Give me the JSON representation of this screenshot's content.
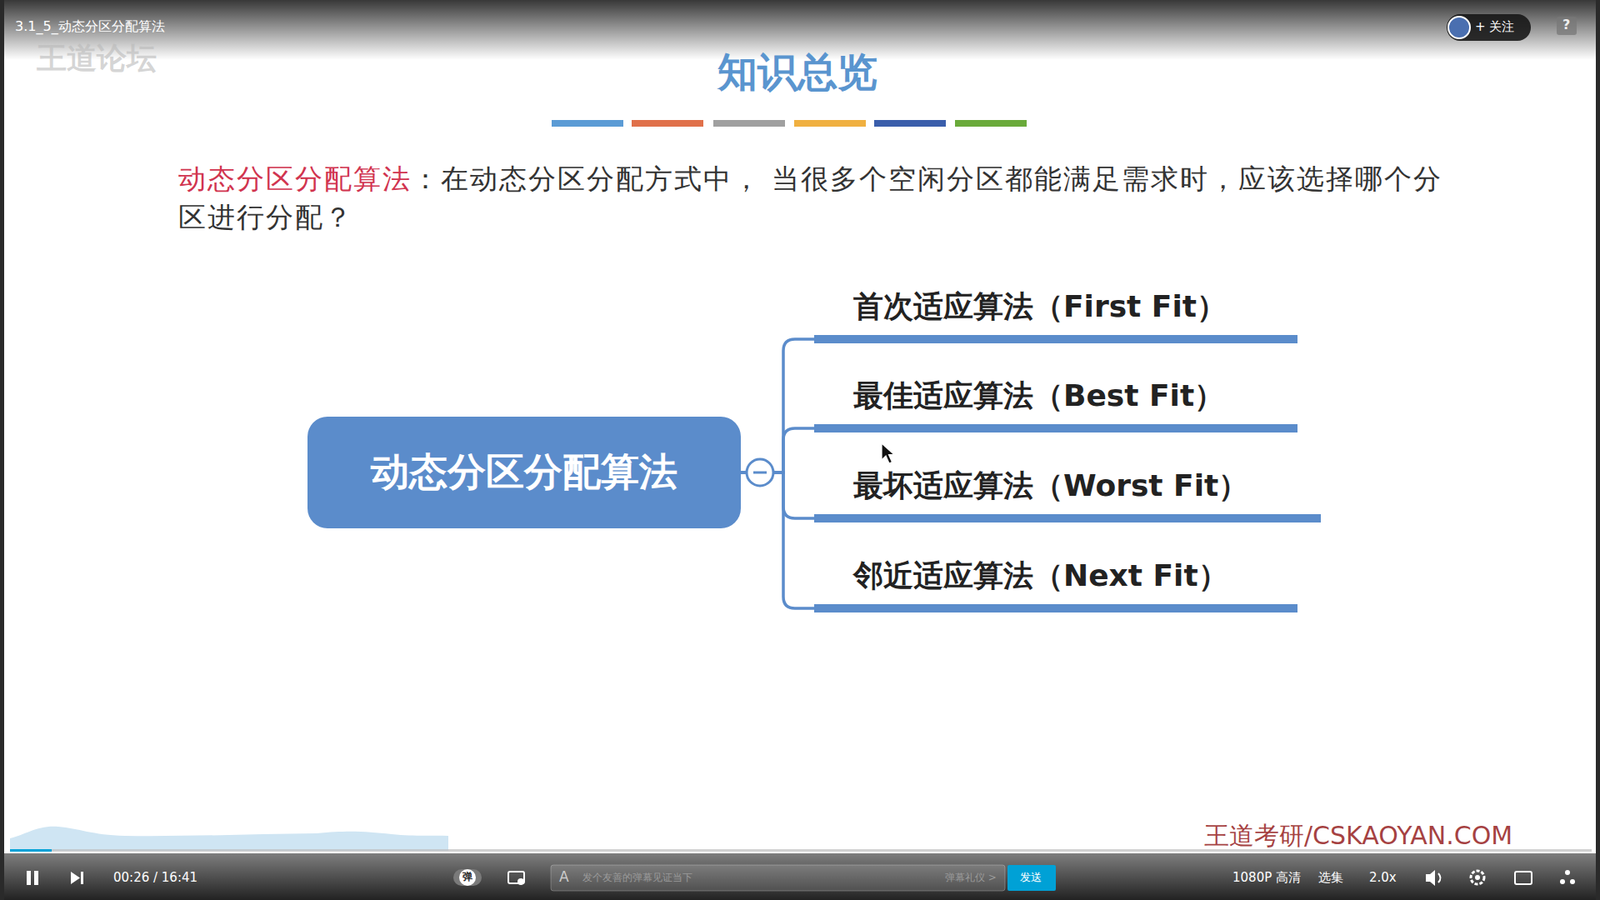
{
  "diagram": {
    "title": "知识总览",
    "nodes": [
      {
        "text": [
          "动态分区分配算法"
        ]
      },
      {
        "text": [
          "首次适应算法（First Fit）"
        ]
      },
      {
        "text": [
          "最佳适应算法（Best Fit）"
        ]
      },
      {
        "text": [
          "最坏适应算法（Worst Fit）"
        ]
      },
      {
        "text": [
          "邻近适应算法（Next Fit）"
        ]
      }
    ],
    "edges": [
      {
        "from": 0,
        "to": 1,
        "arrow": "none"
      },
      {
        "from": 0,
        "to": 2,
        "arrow": "none"
      },
      {
        "from": 0,
        "to": 3,
        "arrow": "none"
      },
      {
        "from": 0,
        "to": 4,
        "arrow": "none"
      }
    ],
    "labels": [
      "3.1_5_动态分区分配算法",
      "王道论坛",
      "+ 关注",
      "?",
      "动态分区分配算法",
      "：在动态分区分配方式中， 当很多个空闲分区都能满足需求时，应该选择哪个分区进行分配？",
      "王道考研/CSKAOYAN.COM",
      "00:26 / 16:41",
      "弹",
      "A",
      "发个友善的弹幕见证当下",
      "弹幕礼仪 >",
      "发送",
      "1080P 高清",
      "选集",
      "2.0x"
    ]
  }
}
